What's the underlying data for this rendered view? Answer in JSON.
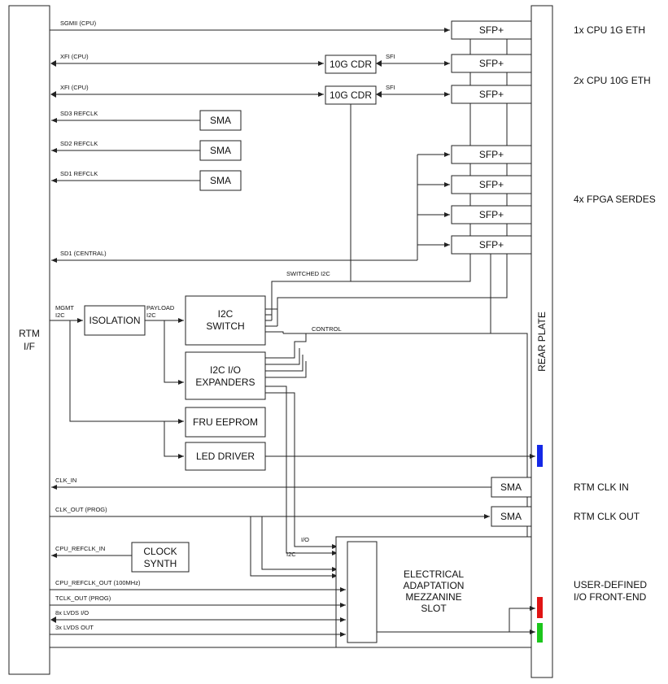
{
  "blocks": {
    "rtm_line1": "RTM",
    "rtm_line2": "I/F",
    "rear_plate": "REAR PLATE",
    "sfp": "SFP+",
    "cdr": "10G CDR",
    "sma": "SMA",
    "isolation": "ISOLATION",
    "i2c_switch_line1": "I2C",
    "i2c_switch_line2": "SWITCH",
    "i2c_io_line1": "I2C I/O",
    "i2c_io_line2": "EXPANDERS",
    "fru_eeprom": "FRU EEPROM",
    "led_driver": "LED DRIVER",
    "clock_synth_line1": "CLOCK",
    "clock_synth_line2": "SYNTH",
    "mezz_line1": "ELECTRICAL",
    "mezz_line2": "ADAPTATION",
    "mezz_line3": "MEZZANINE",
    "mezz_line4": "SLOT"
  },
  "signals": {
    "sgmii": "SGMII (CPU)",
    "xfi1": "XFI (CPU)",
    "xfi2": "XFI (CPU)",
    "sfi1": "SFI",
    "sfi2": "SFI",
    "sd3": "SD3 REFCLK",
    "sd2": "SD2 REFCLK",
    "sd1": "SD1 REFCLK",
    "sd1_central": "SD1 (CENTRAL)",
    "switched_i2c": "SWITCHED I2C",
    "mgmt_line1": "MGMT",
    "mgmt_line2": "I2C",
    "payload_line1": "PAYLOAD",
    "payload_line2": "I2C",
    "control": "CONTROL",
    "clk_in": "CLK_IN",
    "clk_out": "CLK_OUT (PROG)",
    "io": "I/O",
    "i2c": "I2C",
    "cpu_refclk_in": "CPU_REFCLK_IN",
    "cpu_refclk_out": "CPU_REFCLK_OUT (100MHz)",
    "tclk_out": "TCLK_OUT (PROG)",
    "lvds_io": "8x LVDS I/O",
    "lvds_out": "3x LVDS OUT"
  },
  "right_labels": {
    "cpu_1g": "1x CPU 1G ETH",
    "cpu_10g": "2x CPU 10G ETH",
    "fpga_serdes": "4x FPGA SERDES",
    "rtm_clk_in": "RTM CLK IN",
    "rtm_clk_out": "RTM CLK OUT",
    "user_defined_line1": "USER-DEFINED",
    "user_defined_line2": "I/O FRONT-END"
  },
  "colors": {
    "led_blue": "#1428e6",
    "led_red": "#e01414",
    "led_green": "#1cc61c"
  }
}
